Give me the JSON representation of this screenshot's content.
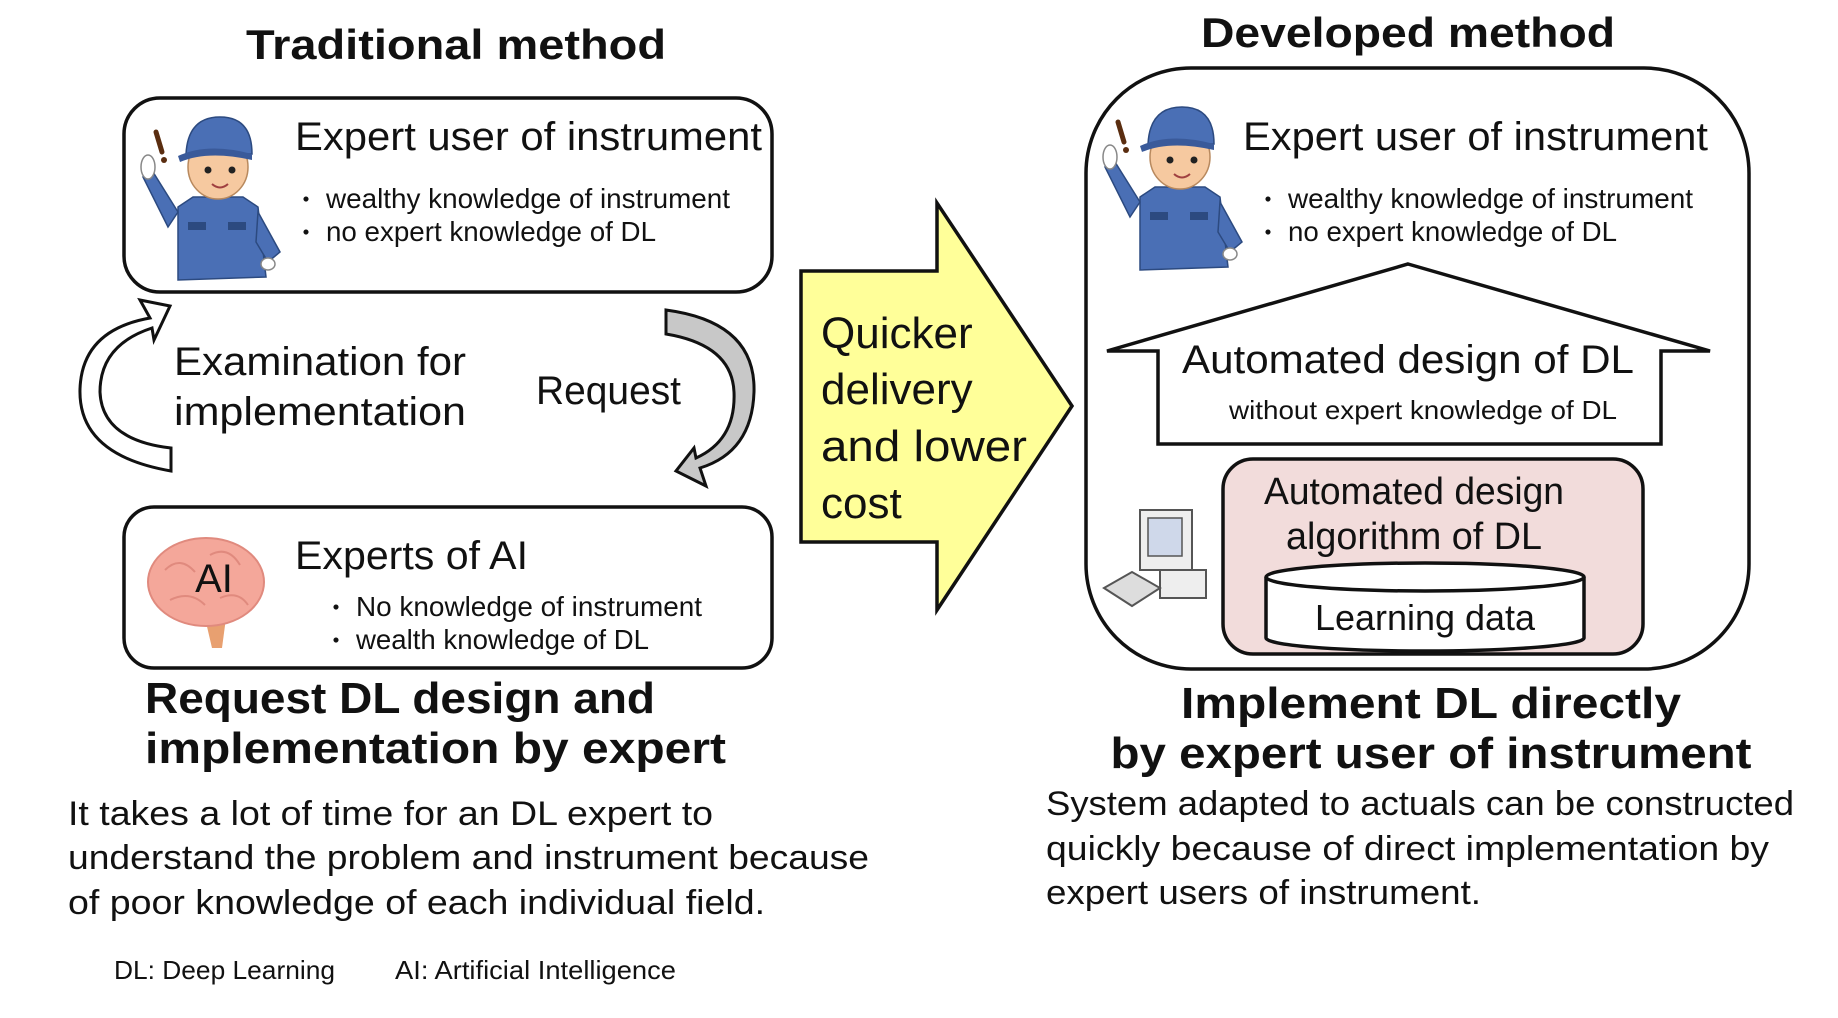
{
  "traditional": {
    "title": "Traditional method",
    "expert_user": {
      "title": "Expert user of instrument",
      "bullets": [
        "wealthy knowledge of instrument",
        "no expert knowledge of DL"
      ]
    },
    "cycle": {
      "left_label_line1": "Examination for",
      "left_label_line2": "implementation",
      "right_label": "Request"
    },
    "ai_experts": {
      "icon_label": "AI",
      "title": "Experts of AI",
      "bullets": [
        "No knowledge of instrument",
        "wealth knowledge of DL"
      ]
    },
    "heading_line1": "Request DL design and",
    "heading_line2": "implementation by expert",
    "description": [
      "It takes a lot of time for an DL expert to",
      "understand the problem and instrument because",
      "of poor knowledge of each individual field."
    ]
  },
  "arrow": {
    "lines": [
      "Quicker",
      "delivery",
      "and lower",
      "cost"
    ],
    "color": "#ffff99"
  },
  "developed": {
    "title": "Developed method",
    "expert_user": {
      "title": "Expert user of instrument",
      "bullets": [
        "wealthy knowledge of instrument",
        "no expert knowledge of DL"
      ]
    },
    "automated": {
      "title": "Automated design of DL",
      "subtitle": "without expert knowledge of DL"
    },
    "algorithm": {
      "line1": "Automated design",
      "line2": "algorithm of DL",
      "data_label": "Learning data",
      "color": "#f2dcdb"
    },
    "heading_line1": "Implement DL directly",
    "heading_line2": "by expert user of instrument",
    "description": [
      "System adapted to actuals can be constructed",
      "quickly because of direct implementation by",
      "expert users of instrument."
    ]
  },
  "footnotes": [
    "DL: Deep Learning",
    "AI: Artificial Intelligence"
  ],
  "bullet_char": "・"
}
